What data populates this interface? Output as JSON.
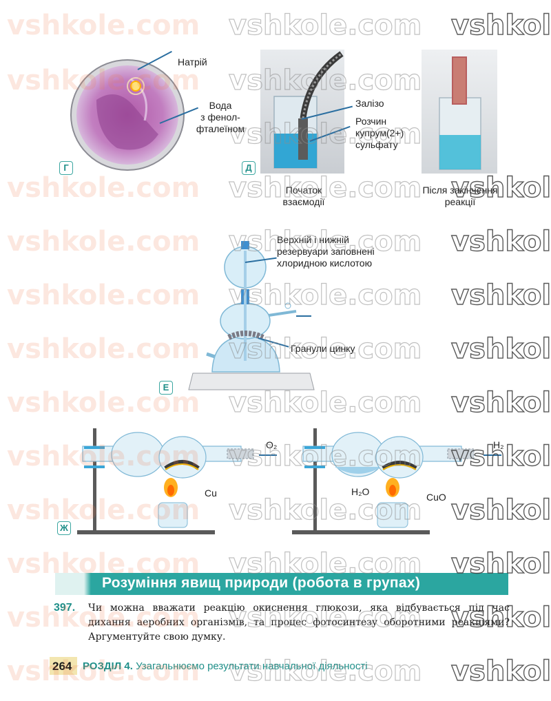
{
  "figure_g": {
    "badge": "Г",
    "label_sodium": "Натрій",
    "label_water": "Вода\nз фенол-\nфталеїном"
  },
  "figure_d": {
    "badge": "Д",
    "label_iron": "Залізо",
    "label_solution": "Розчин\nкупрум(2+)\nсульфату",
    "caption_start": "Початок\nвзаємодії",
    "caption_end": "Після закінчення\nреакції"
  },
  "figure_e": {
    "badge": "Е",
    "label_reservoirs": "Верхній і нижній\nрезервуари заповнені\nхлоридною кислотою",
    "label_zinc": "Гранули цинку"
  },
  "figure_zh": {
    "badge": "Ж",
    "label_o2": "O₂",
    "label_cu": "Cu",
    "label_h2": "H₂",
    "label_h2o": "H₂O",
    "label_cuo": "CuO"
  },
  "section": {
    "title": "Розуміння явищ природи (робота в групах)"
  },
  "task": {
    "number": "397.",
    "text": "Чи можна вважати реакцію окиснення глюкози, яка відбувається під час дихання аеробних організмів, та процес фотосинтезу оборотними реакціями? Аргументуйте свою думку."
  },
  "footer": {
    "page": "264",
    "section_label": "РОЗДІЛ 4.",
    "section_title": "Узагальнюємо результати навчальної діяльності"
  },
  "watermark": {
    "text": "vshkole.com"
  },
  "colors": {
    "accent": "#2ba6a0",
    "liquid": "#3fb4d8",
    "glass": "#d9eef8",
    "flask_outline": "#7fb8d6"
  }
}
